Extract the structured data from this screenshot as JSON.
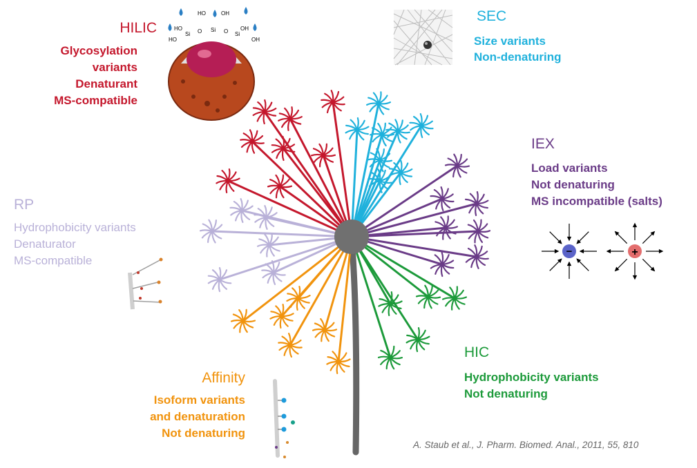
{
  "colors": {
    "hilic": "#c4172c",
    "sec": "#1fb1dc",
    "iex": "#6a3b87",
    "rp": "#b9b1d8",
    "affinity": "#f1930d",
    "hic": "#1c9a3a",
    "stem": "#666666",
    "center": "#707070"
  },
  "hilic": {
    "title": "HILIC",
    "lines": [
      "Glycosylation",
      "variants",
      "Denaturant",
      "MS-compatible"
    ],
    "chem": {
      "ho1": "HO",
      "oh1": "OH",
      "ho2": "HO",
      "si1": "Si",
      "o1": "O",
      "si2": "Si",
      "o2": "O",
      "si3": "Si",
      "oh2": "OH",
      "ho3": "HO",
      "oh3": "OH"
    }
  },
  "sec": {
    "title": "SEC",
    "lines": [
      "Size variants",
      "Non-denaturing"
    ]
  },
  "iex": {
    "title": "IEX",
    "lines": [
      "Load variants",
      "Not denaturing",
      "MS incompatible (salts)"
    ],
    "minus_sign": "−",
    "plus_sign": "+"
  },
  "rp": {
    "title": "RP",
    "lines": [
      "Hydrophobicity variants",
      "Denaturator",
      "MS-compatible"
    ]
  },
  "affinity": {
    "title": "Affinity",
    "lines": [
      "Isoform variants",
      "and denaturation",
      "Not denaturing"
    ]
  },
  "hic": {
    "title": "HIC",
    "lines": [
      "Hydrophobicity variants",
      "Not denaturing"
    ]
  },
  "citation": "A. Staub et al., J. Pharm. Biomed. Anal., 2011, 55, 810"
}
